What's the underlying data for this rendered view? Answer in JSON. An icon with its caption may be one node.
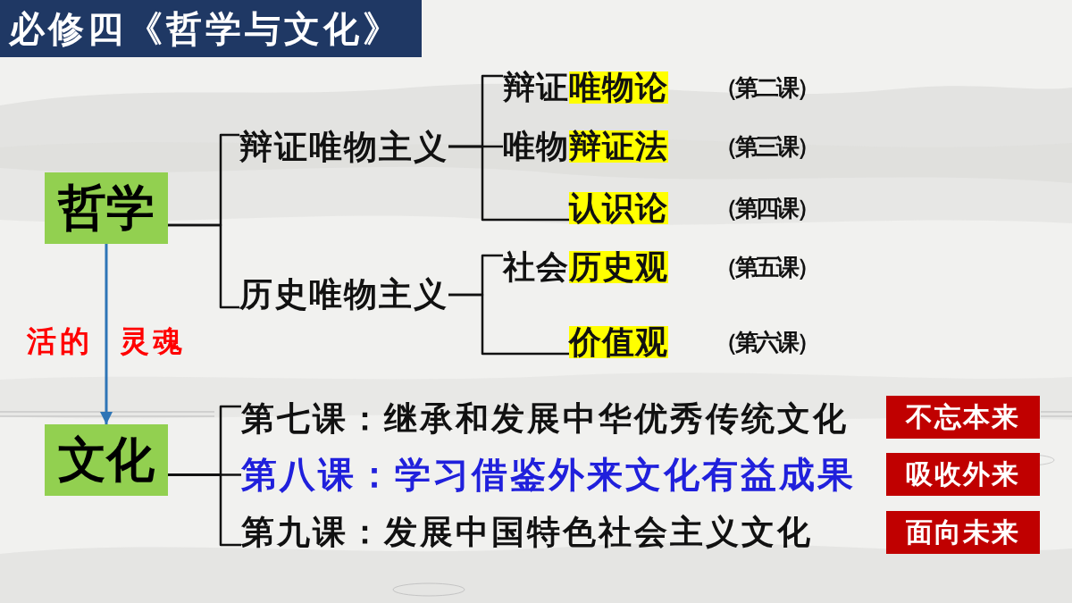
{
  "diagram": {
    "title": "必修四《哲学与文化》",
    "nodes": [
      {
        "text": [
          "哲学"
        ]
      },
      {
        "text": [
          "辩证唯物主义"
        ]
      },
      {
        "text": [
          "历史唯物主义"
        ]
      },
      {
        "text": [
          "辩证",
          "唯物论"
        ],
        "beside": [
          "（第二课）"
        ]
      },
      {
        "text": [
          "唯物",
          "辩证法"
        ],
        "beside": [
          "（第三课）"
        ]
      },
      {
        "text": [
          "认识论"
        ],
        "beside": [
          "（第四课）"
        ]
      },
      {
        "text": [
          "社会",
          "历史观"
        ],
        "beside": [
          "（第五课）"
        ]
      },
      {
        "text": [
          "价值观"
        ],
        "beside": [
          "（第六课）"
        ]
      },
      {
        "text": [
          "文化"
        ]
      },
      {
        "text": [
          "第七课：继承和发展中华优秀传统文化"
        ]
      },
      {
        "text": [
          "第八课：学习借鉴外来文化有益成果"
        ]
      },
      {
        "text": [
          "第九课：发展中国特色社会主义文化"
        ]
      },
      {
        "text": [
          "不忘本来"
        ]
      },
      {
        "text": [
          "吸收外来"
        ]
      },
      {
        "text": [
          "面向未来"
        ]
      }
    ],
    "edges": [
      {
        "from": 0,
        "to": 1,
        "arrow": "none"
      },
      {
        "from": 0,
        "to": 2,
        "arrow": "none"
      },
      {
        "from": 1,
        "to": 3,
        "arrow": "none"
      },
      {
        "from": 1,
        "to": 4,
        "arrow": "none"
      },
      {
        "from": 1,
        "to": 5,
        "arrow": "none"
      },
      {
        "from": 2,
        "to": 6,
        "arrow": "none"
      },
      {
        "from": 2,
        "to": 7,
        "arrow": "none"
      },
      {
        "from": 0,
        "to": 8,
        "arrow": "to",
        "label": "活的 灵魂",
        "color": "#2e75b6"
      },
      {
        "from": 8,
        "to": 9,
        "arrow": "none"
      },
      {
        "from": 8,
        "to": 10,
        "arrow": "none"
      },
      {
        "from": 8,
        "to": 11,
        "arrow": "none"
      }
    ]
  }
}
